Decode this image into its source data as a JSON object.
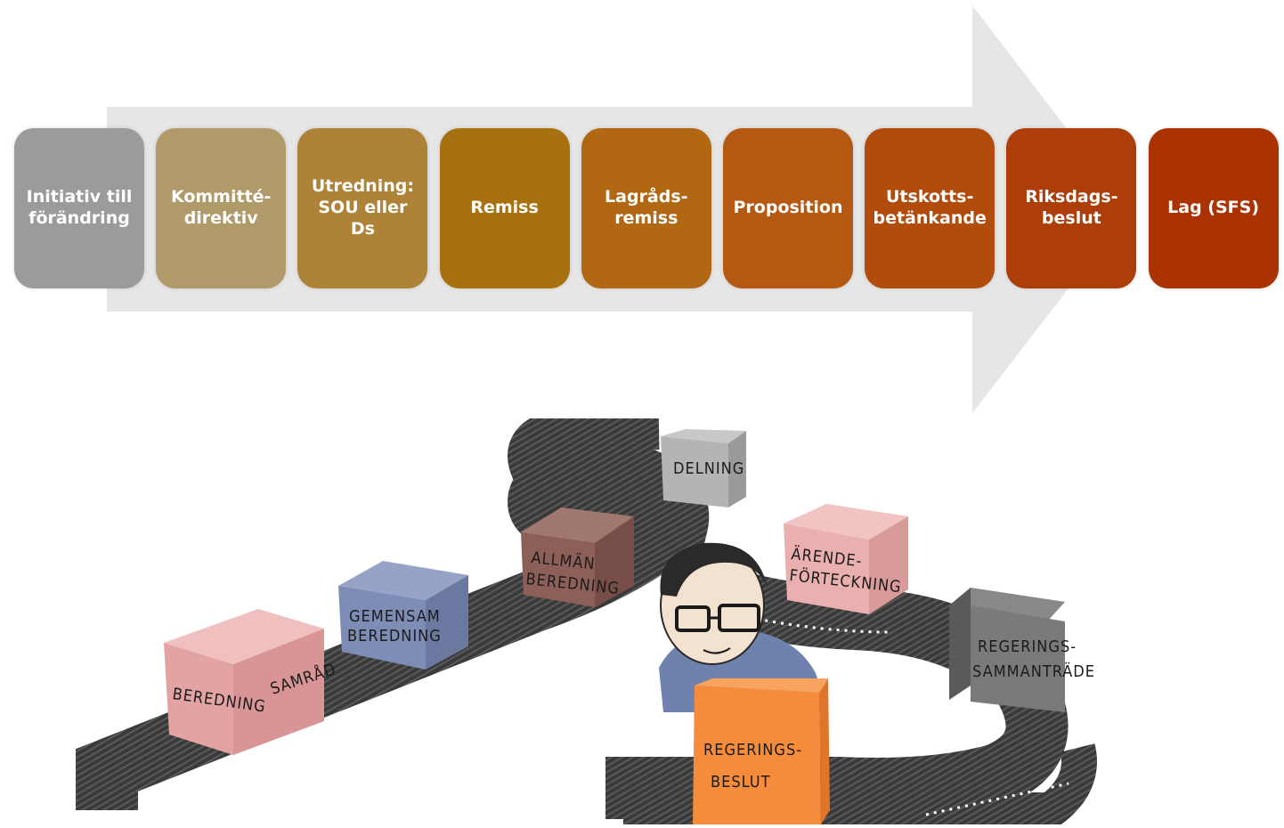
{
  "process": {
    "stages": [
      {
        "label": "Initiativ till\nförändring",
        "color": "#9b9b9b"
      },
      {
        "label": "Kommitté-\ndirektiv",
        "color": "#b19a6a"
      },
      {
        "label": "Utredning:\nSOU eller\nDs",
        "color": "#ae8338"
      },
      {
        "label": "Remiss",
        "color": "#a87110"
      },
      {
        "label": "Lagråds-\nremiss",
        "color": "#b26713"
      },
      {
        "label": "Proposition",
        "color": "#b55812"
      },
      {
        "label": "Utskotts-\nbetänkande",
        "color": "#b14c0d"
      },
      {
        "label": "Riksdags-\nbeslut",
        "color": "#ad3d09"
      },
      {
        "label": "Lag (SFS)",
        "color": "#ab3303"
      }
    ],
    "arrow_color": "#e6e6e6"
  },
  "illustration": {
    "boxes": {
      "beredning": "BEREDNING",
      "samrad": "SAMRÅD",
      "gemensam_1": "GEMENSAM",
      "gemensam_2": "BEREDNING",
      "allman_1": "ALLMÄN",
      "allman_2": "BEREDNING",
      "delning": "DELNING",
      "arende_1": "ÄRENDE-",
      "arende_2": "FÖRTECKNING",
      "sammantrade_1": "REGERINGS-",
      "sammantrade_2": "SAMMANTRÄDE",
      "beslut_1": "REGERINGS-",
      "beslut_2": "BESLUT"
    },
    "colors": {
      "belt": "#3a3a3a",
      "pink": "#e8a9a9",
      "blue": "#7e8db5",
      "brown": "#8c5f58",
      "grey": "#a9a9a9",
      "darkgrey": "#6f6f6f",
      "orange": "#f58c3c"
    }
  }
}
